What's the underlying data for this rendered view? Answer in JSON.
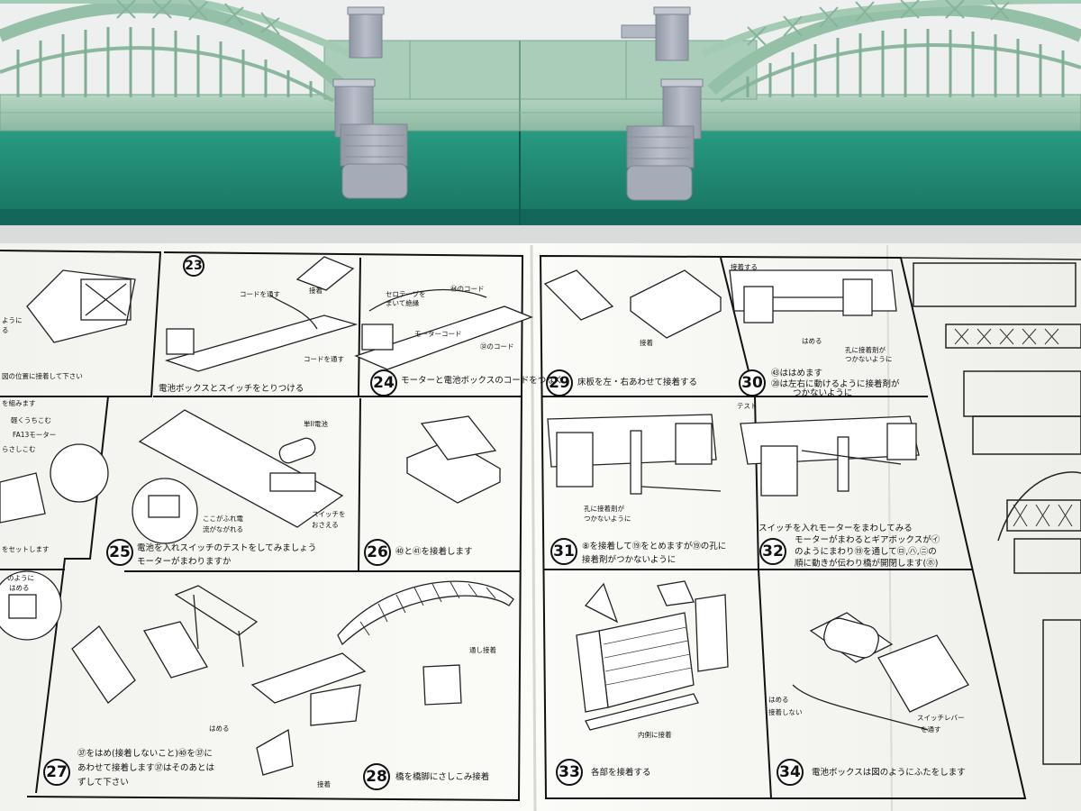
{
  "colors": {
    "bridge_green": "#9cc4ae",
    "base_teal": "#1f8a74",
    "pier_gray": "#a7adb8",
    "paper": "#f7f7f3",
    "ink": "#111111"
  },
  "steps": [
    {
      "num": "23",
      "caption": "電池ボックスとスイッチをとりつける"
    },
    {
      "num": "24",
      "caption": "モーターと電池ボックスのコードをつなぐ"
    },
    {
      "num": "25",
      "caption": "電池を入れスイッチのテストをしてみましょう",
      "caption2": "モーターがまわりますか"
    },
    {
      "num": "26",
      "caption": "㊵と㊶を接着します"
    },
    {
      "num": "27",
      "caption": "㊲をはめ(接着しないこと)㊵を㊲に",
      "caption2": "あわせて接着します㊲はそのあとは",
      "caption3": "ずして下さい"
    },
    {
      "num": "28",
      "caption": "橋を橋脚にさしこみ接着"
    },
    {
      "num": "29",
      "caption": "床板を左・右あわせて接着する"
    },
    {
      "num": "30",
      "caption": "㊸ははめます",
      "caption2": "⑳は左右に動けるように接着剤が",
      "caption3": "つかないように"
    },
    {
      "num": "31",
      "caption": "⑧を接着して⑲をとめますが⑲の孔に",
      "caption2": "接着剤がつかないように"
    },
    {
      "num": "32",
      "caption": "スイッチを入れモーターをまわしてみる",
      "caption2": "モーターがまわるとギアボックスが㋑",
      "caption3": "のようにまわり⑲を通して㋺,㋩,㋥の",
      "caption4": "順に動きが伝わり橋が開閉します(㋭)"
    },
    {
      "num": "33",
      "caption": "各部を接着する"
    },
    {
      "num": "34",
      "caption": "電池ボックスは図のようにふたをします"
    }
  ],
  "callouts": {
    "s23_cord": "コードを通す",
    "s23_glue": "接着",
    "s23_cord2": "コードを通す",
    "s24_tape": "セロテープを",
    "s24_tape2": "まいて絶縁",
    "s24_cord44": "㊹のコード",
    "s24_motorcord": "モーターコード",
    "s24_cord32": "㉜のコード",
    "s25_battery": "単II電池",
    "s25_contact": "ここがふれ電",
    "s25_contact2": "流がながれる",
    "s25_switch": "スイッチを",
    "s25_switch2": "おさえる",
    "s28_through": "通し接着",
    "s27_fit": "はめる",
    "s28_glue": "接着",
    "s29_glue": "接着",
    "s30_glue": "接着する",
    "s30_fit": "はめる",
    "s30_hole": "孔に接着剤が",
    "s30_hole2": "つかないように",
    "s31_hole": "孔に接着剤が",
    "s31_hole2": "つかないように",
    "s32_test": "テスト",
    "s33_inner": "内側に接着",
    "s34_fit": "はめる",
    "s34_noglue": "接着しない",
    "s34_lever": "スイッチレバー",
    "s34_lever2": "を通す",
    "left_place": "図の位置に接着して下さい",
    "left_assemble": "を組みます",
    "left_push": "軽くうちこむ",
    "left_motor": "FA13モーター",
    "left_insert": "らさしこむ",
    "left_set": "をセットします",
    "left_fit": "はめる",
    "left_like": "のように",
    "left_a": "ように",
    "left_b": "る"
  }
}
